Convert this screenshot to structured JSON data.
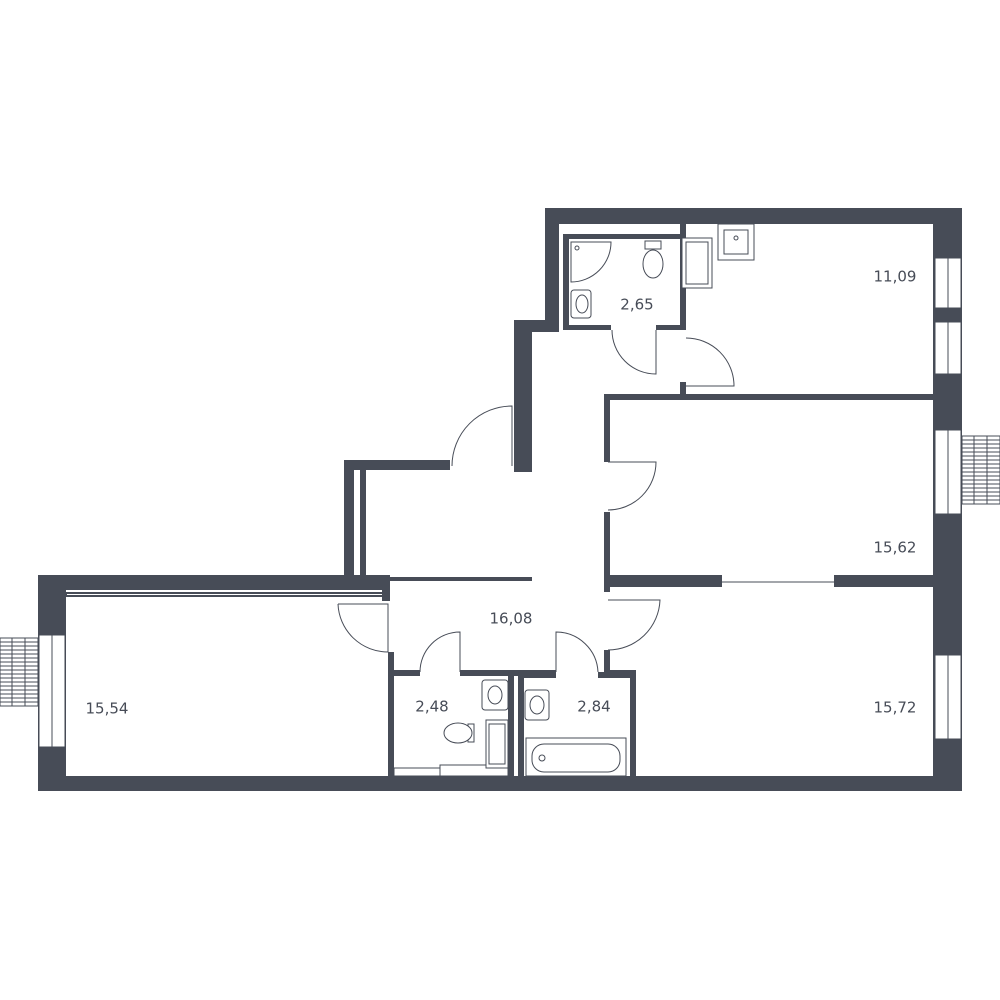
{
  "rooms": [
    {
      "id": "bathroom-top",
      "area": "2,65"
    },
    {
      "id": "kitchen",
      "area": "11,09"
    },
    {
      "id": "bedroom-middle",
      "area": "15,62"
    },
    {
      "id": "hallway",
      "area": "16,08"
    },
    {
      "id": "living-room-left",
      "area": "15,54"
    },
    {
      "id": "toilet",
      "area": "2,48"
    },
    {
      "id": "bathroom-bottom",
      "area": "2,84"
    },
    {
      "id": "bedroom-bottom-right",
      "area": "15,72"
    }
  ],
  "colors": {
    "wall": "#474c57",
    "background": "#ffffff"
  },
  "icons": [
    "window-icon",
    "balcony-icon",
    "door-swing-icon",
    "toilet-icon",
    "sink-icon",
    "bathtub-icon",
    "shower-icon",
    "washing-machine-icon",
    "stove-icon"
  ]
}
